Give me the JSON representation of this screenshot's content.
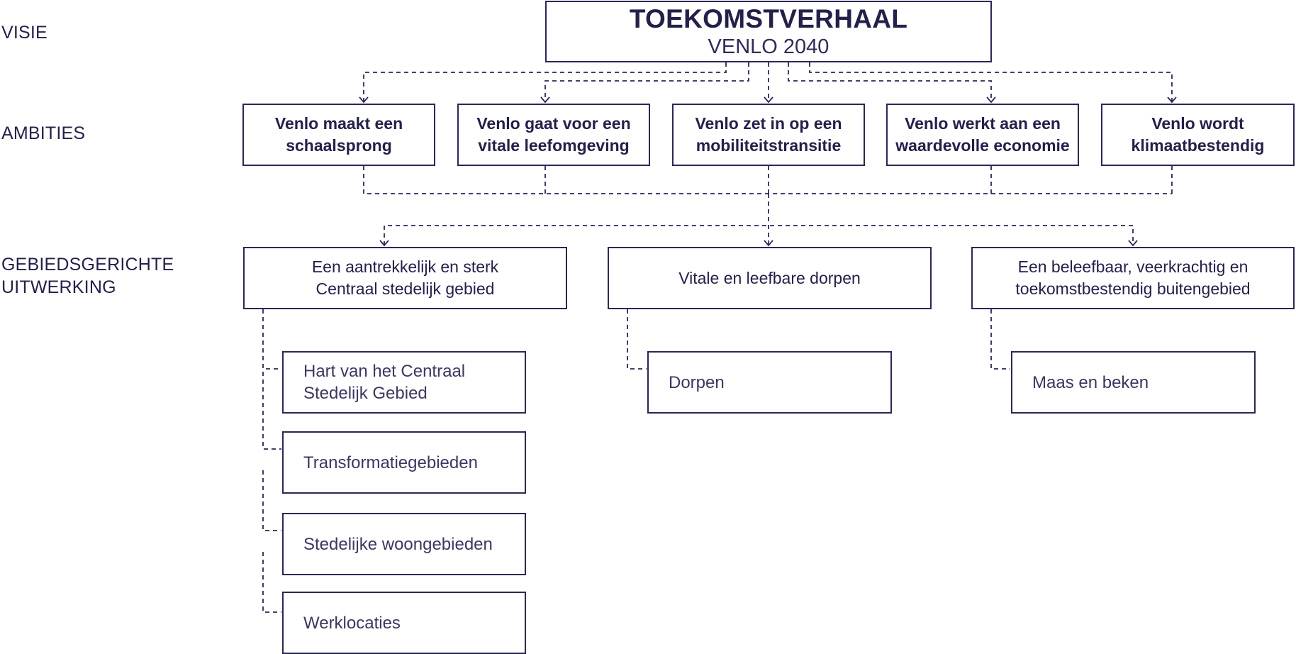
{
  "row_labels": {
    "visie": "VISIE",
    "ambities": "AMBITIES",
    "gebied_line1": "GEBIEDSGERICHTE",
    "gebied_line2": "UITWERKING"
  },
  "vision": {
    "title": "TOEKOMSTVERHAAL",
    "subtitle": "VENLO 2040"
  },
  "ambitions": [
    {
      "line1": "Venlo maakt een",
      "line2": "schaalsprong"
    },
    {
      "line1": "Venlo gaat voor een",
      "line2": "vitale leefomgeving"
    },
    {
      "line1": "Venlo zet in op een",
      "line2": "mobiliteitstransitie"
    },
    {
      "line1": "Venlo werkt aan een",
      "line2": "waardevolle economie"
    },
    {
      "line1": "Venlo wordt",
      "line2": "klimaatbestendig"
    }
  ],
  "areas": [
    {
      "line1": "Een aantrekkelijk en sterk",
      "line2": "Centraal stedelijk gebied"
    },
    {
      "line1": "Vitale en leefbare dorpen",
      "line2": ""
    },
    {
      "line1": "Een beleefbaar, veerkrachtig en",
      "line2": "toekomstbestendig buitengebied"
    }
  ],
  "sub_areas": {
    "central": [
      {
        "line1": "Hart van het Centraal",
        "line2": "Stedelijk Gebied"
      },
      {
        "line1": "Transformatiegebieden",
        "line2": ""
      },
      {
        "line1": "Stedelijke woongebieden",
        "line2": ""
      },
      {
        "line1": "Werklocaties",
        "line2": ""
      }
    ],
    "villages": [
      {
        "line1": "Dorpen",
        "line2": ""
      }
    ],
    "rural": [
      {
        "line1": "Maas en beken",
        "line2": ""
      }
    ]
  },
  "colors": {
    "ink": "#23214a",
    "border": "#2a2854",
    "connector": "#2a2854"
  }
}
